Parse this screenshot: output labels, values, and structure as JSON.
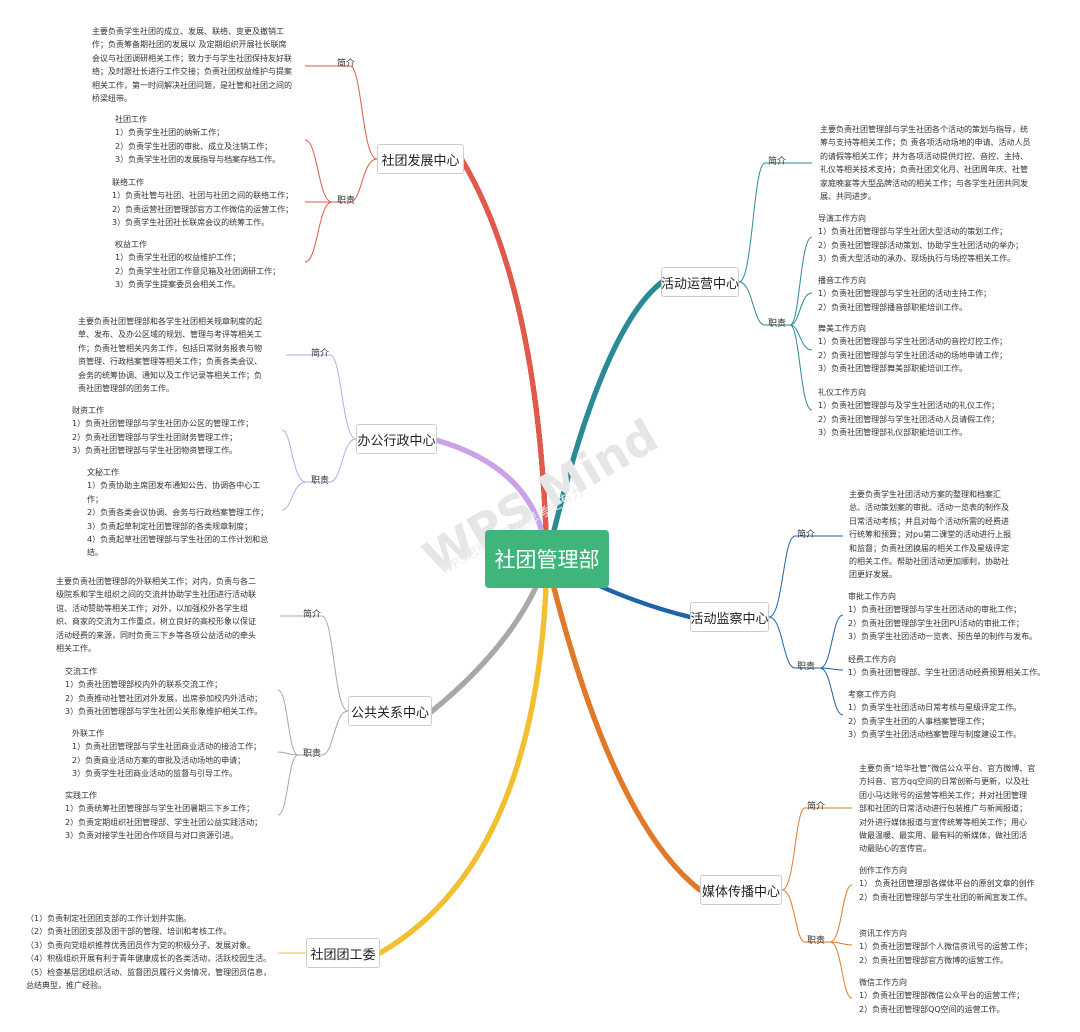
{
  "watermark": {
    "main": "WPS Mind",
    "sub": "WPS思维导图·让思考更有力"
  },
  "colors": {
    "root_bg": "#3fb47b"
  },
  "root": "社团管理部",
  "nodes": {
    "shetuan_fazhan": {
      "title": "社团发展中心",
      "color": "#e0594a",
      "jianjie_label": "简介",
      "zhize_label": "职责",
      "jianjie": [
        "主要负责学生社团的成立、发展、联络、变更及撤销工",
        "作；负责筹备期社团的发展以 及定期组织开展社长联席",
        "会议与社团调研相关工作；致力于与学生社团保持友好联",
        "络；及时跟社长进行工作交接；负责社团权益维护与提案",
        "相关工作，第一时间解决社团问题，是社管和社团之间的",
        "桥梁纽带。"
      ],
      "zhize1": [
        "社团工作",
        "1）负责学生社团的纳新工作；",
        "2）负责学生社团的审批、成立及注销工作；",
        "3）负责学生社团的发展指导与档案存档工作。"
      ],
      "zhize2": [
        "联络工作",
        "1）负责社管与社团、社团与社团之间的联络工作；",
        "2）负责运营社团管理部官方工作微信的运营工作；",
        "3）负责学生社团社长联席会议的统筹工作。"
      ],
      "zhize3": [
        "权益工作",
        "1）负责学生社团的权益维护工作；",
        "2）负责学生社团工作意见箱及社团调研工作；",
        "3）负责学生提案委员会相关工作。"
      ]
    },
    "bangong": {
      "title": "办公行政中心",
      "color": "#c9a2e8",
      "jianjie_label": "简介",
      "zhize_label": "职责",
      "jianjie": [
        "主要负责社团管理部和各学生社团相关规章制度的起",
        "草、发布、及办公区域的规划、管理与考评等相关工",
        "作；负责社管相关内务工作，包括日常财务报表与物",
        "资管理、行政档案管理等相关工作；负责各类会议、",
        "会务的统筹协调、通知以及工作记录等相关工作；负",
        "责社团管理部的团务工作。"
      ],
      "zhize1": [
        "财资工作",
        "1）负责社团管理部与学生社团办公区的管理工作；",
        "2）负责社团管理部与学生社团财务管理工作；",
        "3）负责社团管理部与学生社团物资管理工作。"
      ],
      "zhize2": [
        "文秘工作",
        "1）负责协助主席团发布通知公告、协调各中心工",
        "作；",
        "2）负责各类会议协调、会务与行政档案管理工作；",
        "3）负责起草制定社团管理部的各类规章制度；",
        "4）负责起草社团管理部与学生社团的工作计划和总",
        "结。"
      ]
    },
    "gonggong": {
      "title": "公共关系中心",
      "color": "#a8a8a8",
      "jianjie_label": "简介",
      "zhize_label": "职责",
      "jianjie": [
        "主要负责社团管理部的外联相关工作；对内，负责与各二",
        "级院系和学生组织之间的交流并协助学生社团进行活动联",
        "谊、活动赞助等相关工作；对外，以加强校外各学生组",
        "织、商家的交流为工作重点，树立良好的高校形象以保证",
        "活动经费的来源，同时负责三下乡等各项公益活动的牵头",
        "相关工作。"
      ],
      "zhize1": [
        "交流工作",
        "1）负责社团管理部校内外的联系交流工作；",
        "2）负责推动社管社团对外发展，出席参加校内外活动；",
        "3）负责社团管理部与学生社团公关形象维护相关工作。"
      ],
      "zhize2": [
        "外联工作",
        "1）负责社团管理部与学生社团商业活动的接洽工作；",
        "2）负责商业活动方案的审批及活动场地的申请；",
        "3）负责学生社团商业活动的监督与引导工作。"
      ],
      "zhize3": [
        "实践工作",
        "1）负责统筹社团管理部与学生社团暑期三下乡工作；",
        "2）负责定期组织社团管理部、学生社团公益实践活动；",
        "3）负责对接学生社团合作项目与对口资源引进。"
      ]
    },
    "tuanwei": {
      "title": "社团团工委",
      "color": "#f0c030",
      "items": [
        "（1）负责制定社团团支部的工作计划并实施。",
        "（2）负责社团团支部及团干部的管理、培训和考核工作。",
        "（3）负责向党组织推荐优秀团员作为党的积极分子、发展对象。",
        "（4）积极组织开展有利于青年健康成长的各类活动，活跃校园生活。",
        "（5）检查基层团组织活动、监督团员履行义务情况，管理团员信息，",
        "总结典型，推广经验。"
      ]
    },
    "huodong_yunying": {
      "title": "活动运营中心",
      "color": "#2a8a96",
      "jianjie_label": "简介",
      "zhize_label": "职责",
      "jianjie": [
        "主要负责社团管理部与学生社团各个活动的策划与指导，统",
        "筹与支持等相关工作；负 责各项活动场地的申请、活动人员",
        "的请假等相关工作；并为各项活动提供灯控、音控、主持、",
        "礼仪等相关技术支持；负责社团文化月、社团周年庆、社管",
        "家庭晚宴等大型品牌活动的相关工作；与各学生社团共同发",
        "展、共同进步。"
      ],
      "zhize1": [
        "导演工作方向",
        "1）负责社团管理部与学生社团大型活动的策划工作；",
        "2）负责社团管理部活动策划、协助学生社团活动的举办；",
        "3）负责大型活动的承办、现场执行与场控等相关工作。"
      ],
      "zhize2": [
        "播音工作方向",
        "1）负责社团管理部与学生社团的活动主持工作；",
        "2）负责社团管理部播音部职能培训工作。"
      ],
      "zhize3": [
        "舞美工作方向",
        "1）负责社团管理部与学生社团活动的音控灯控工作；",
        "2）负责社团管理部与学生社团活动的场地申请工作；",
        "3）负责社团管理部舞美部职能培训工作。"
      ],
      "zhize4": [
        "礼仪工作方向",
        "1）负责社团管理部与及学生社团活动的礼仪工作；",
        "2）负责社团管理部与学生社团活动人员请假工作；",
        "3）负责社团管理部礼仪部职能培训工作。"
      ]
    },
    "huodong_jiancha": {
      "title": "活动监察中心",
      "color": "#1f64a8",
      "jianjie_label": "简介",
      "zhize_label": "职责",
      "jianjie": [
        "主要负责学生社团活动方案的整理和档案汇",
        "总、活动策划案的审批、活动一览表的制作及",
        "日常活动考核；并且对每个活动所需的经费进",
        "行统筹和预算；对pu第二课堂的活动进行上报",
        "和监督；负责社团换届的相关工作及星级评定",
        "的相关工作。帮助社团活动更加顺利，协助社",
        "团更好发展。"
      ],
      "zhize1": [
        "审批工作方向",
        "1）负责社团管理部与学生社团活动的审批工作；",
        "2）负责社团管理部学生社团PU活动的审批工作；",
        "3）负责学生社团活动一览表、预告单的制作与发布。"
      ],
      "zhize2": [
        "经费工作方向",
        "1）负责社团管理部、学生社团活动经费预算相关工作。"
      ],
      "zhize3": [
        "考察工作方向",
        "1）负责学生社团活动日常考核与星级评定工作。",
        "2）负责学生社团的人事档案管理工作；",
        "3）负责学生社团活动档案管理与制度建设工作。"
      ]
    },
    "meiti": {
      "title": "媒体传播中心",
      "color": "#e07a2a",
      "jianjie_label": "简介",
      "zhize_label": "职责",
      "jianjie": [
        "主要负责“培华社管”微信公众平台、官方微博、官",
        "方抖音、官方qq空间的日常创新与更新，以及社",
        "团小马达账号的运营等相关工作；并对社团管理",
        "部和社团的日常活动进行包装推广与新闻报道；",
        "对外进行媒体报道与宣传统筹等相关工作；用心",
        "做最温暖、最实用、最有料的新媒体，做社团活",
        "动最贴心的宣传官。"
      ],
      "zhize1": [
        "创作工作方向",
        "1） 负责社团管理部各媒体平台的原创文章的创作",
        "2）负责社团管理部与学生社团的新闻宣发工作。"
      ],
      "zhize2": [
        "资讯工作方向",
        "1）负责社团管理部个人微信资讯号的运营工作；",
        "2）负责社团管理部官方微博的运营工作。"
      ],
      "zhize3": [
        "微信工作方向",
        "1）负责社团管理部微信公众平台的运营工作；",
        "2）负责社团管理部QQ空间的运营工作。"
      ]
    }
  }
}
